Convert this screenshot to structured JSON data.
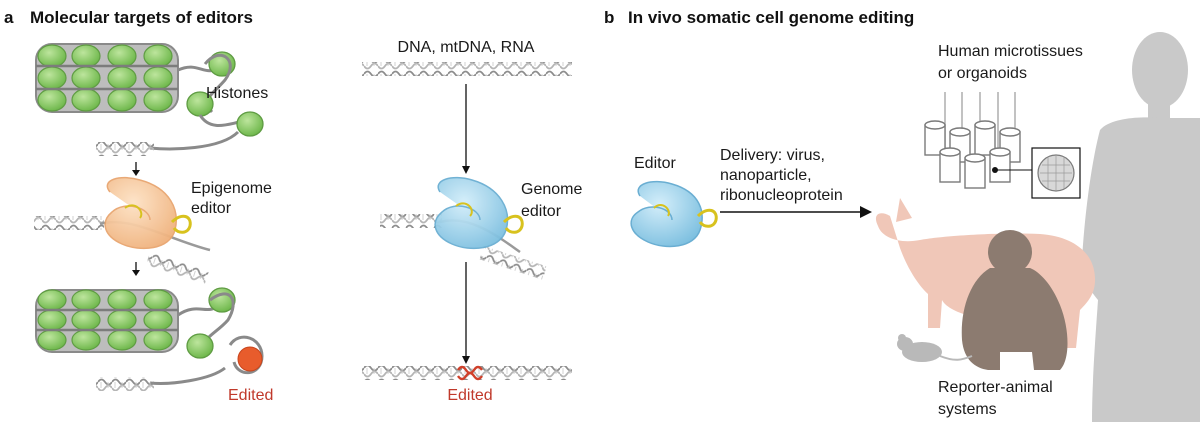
{
  "panel_a": {
    "letter": "a",
    "title": "Molecular targets of editors",
    "histones_label": "Histones",
    "epigenome_editor_label": [
      "Epigenome",
      "editor"
    ],
    "edited_left": "Edited",
    "dna_types_label": "DNA, mtDNA, RNA",
    "genome_editor_label": [
      "Genome",
      "editor"
    ],
    "edited_right": "Edited"
  },
  "panel_b": {
    "letter": "b",
    "title": "In vivo somatic cell genome editing",
    "editor_label": "Editor",
    "delivery_label": [
      "Delivery: virus,",
      "nanoparticle,",
      "ribonucleoprotein"
    ],
    "microtissues_label": [
      "Human microtissues",
      "or organoids"
    ],
    "reporter_label": [
      "Reporter-animal",
      "systems"
    ]
  },
  "colors": {
    "histone_green": "#8ccf6a",
    "dna_gray": "#9a9a9a",
    "epigenome_editor": "#f6c79a",
    "genome_editor": "#9fd3ec",
    "guide_rna": "#d8c21e",
    "edited_red": "#c0392b",
    "human": "#c9c9c9",
    "pig": "#f0c7b8",
    "monkey": "#8c7b70",
    "mouse": "#b9b9b9"
  }
}
